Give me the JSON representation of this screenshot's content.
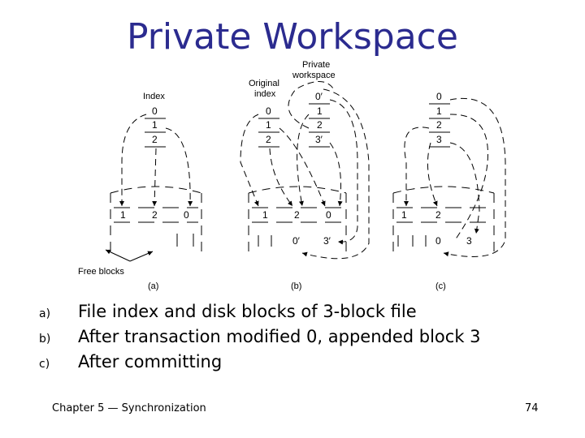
{
  "slide": {
    "title": "Private Workspace",
    "items": [
      {
        "marker": "a)",
        "text": "File index and disk blocks of 3-block file"
      },
      {
        "marker": "b)",
        "text": "After transaction modified 0, appended block 3"
      },
      {
        "marker": "c)",
        "text": "After committing"
      }
    ],
    "footer": "Chapter 5 — Synchronization",
    "page_number": "74"
  },
  "figure": {
    "panel_a": {
      "index_label": "Index",
      "index_entries": [
        "0",
        "1",
        "2"
      ],
      "disk_blocks": [
        "1",
        "2",
        "0"
      ],
      "free_label": "Free blocks",
      "caption": "(a)"
    },
    "panel_b": {
      "original_label_line1": "Original",
      "original_label_line2": "index",
      "original_entries": [
        "0",
        "1",
        "2"
      ],
      "private_label_line1": "Private",
      "private_label_line2": "workspace",
      "private_entries": [
        "0′",
        "1",
        "2",
        "3′"
      ],
      "disk_blocks_top": [
        "1",
        "2",
        "0"
      ],
      "disk_blocks_bottom": [
        "0′",
        "3′"
      ],
      "caption": "(b)"
    },
    "panel_c": {
      "index_entries": [
        "0",
        "1",
        "2",
        "3"
      ],
      "disk_blocks_top": [
        "1",
        "2"
      ],
      "disk_blocks_bottom": [
        "0",
        "3"
      ],
      "caption": "(c)"
    }
  }
}
